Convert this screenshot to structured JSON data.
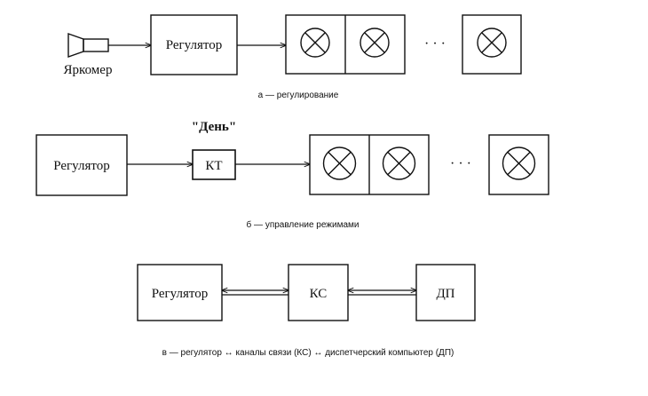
{
  "diagram_a": {
    "sensor_label": "Яркомер",
    "regulator_label": "Регулятор",
    "dots": "· · ·",
    "caption": "а — регулирование"
  },
  "diagram_b": {
    "regulator_label": "Регулятор",
    "mode_label": "\"День\"",
    "switch_label": "КТ",
    "dots": "· · ·",
    "caption": "б — управление режимами"
  },
  "diagram_c": {
    "regulator_label": "Регулятор",
    "channel_label": "КС",
    "dispatcher_label": "ДП",
    "caption": "в — регулятор ↔ каналы связи (КС) ↔ диспетчерский компьютер (ДП)"
  }
}
